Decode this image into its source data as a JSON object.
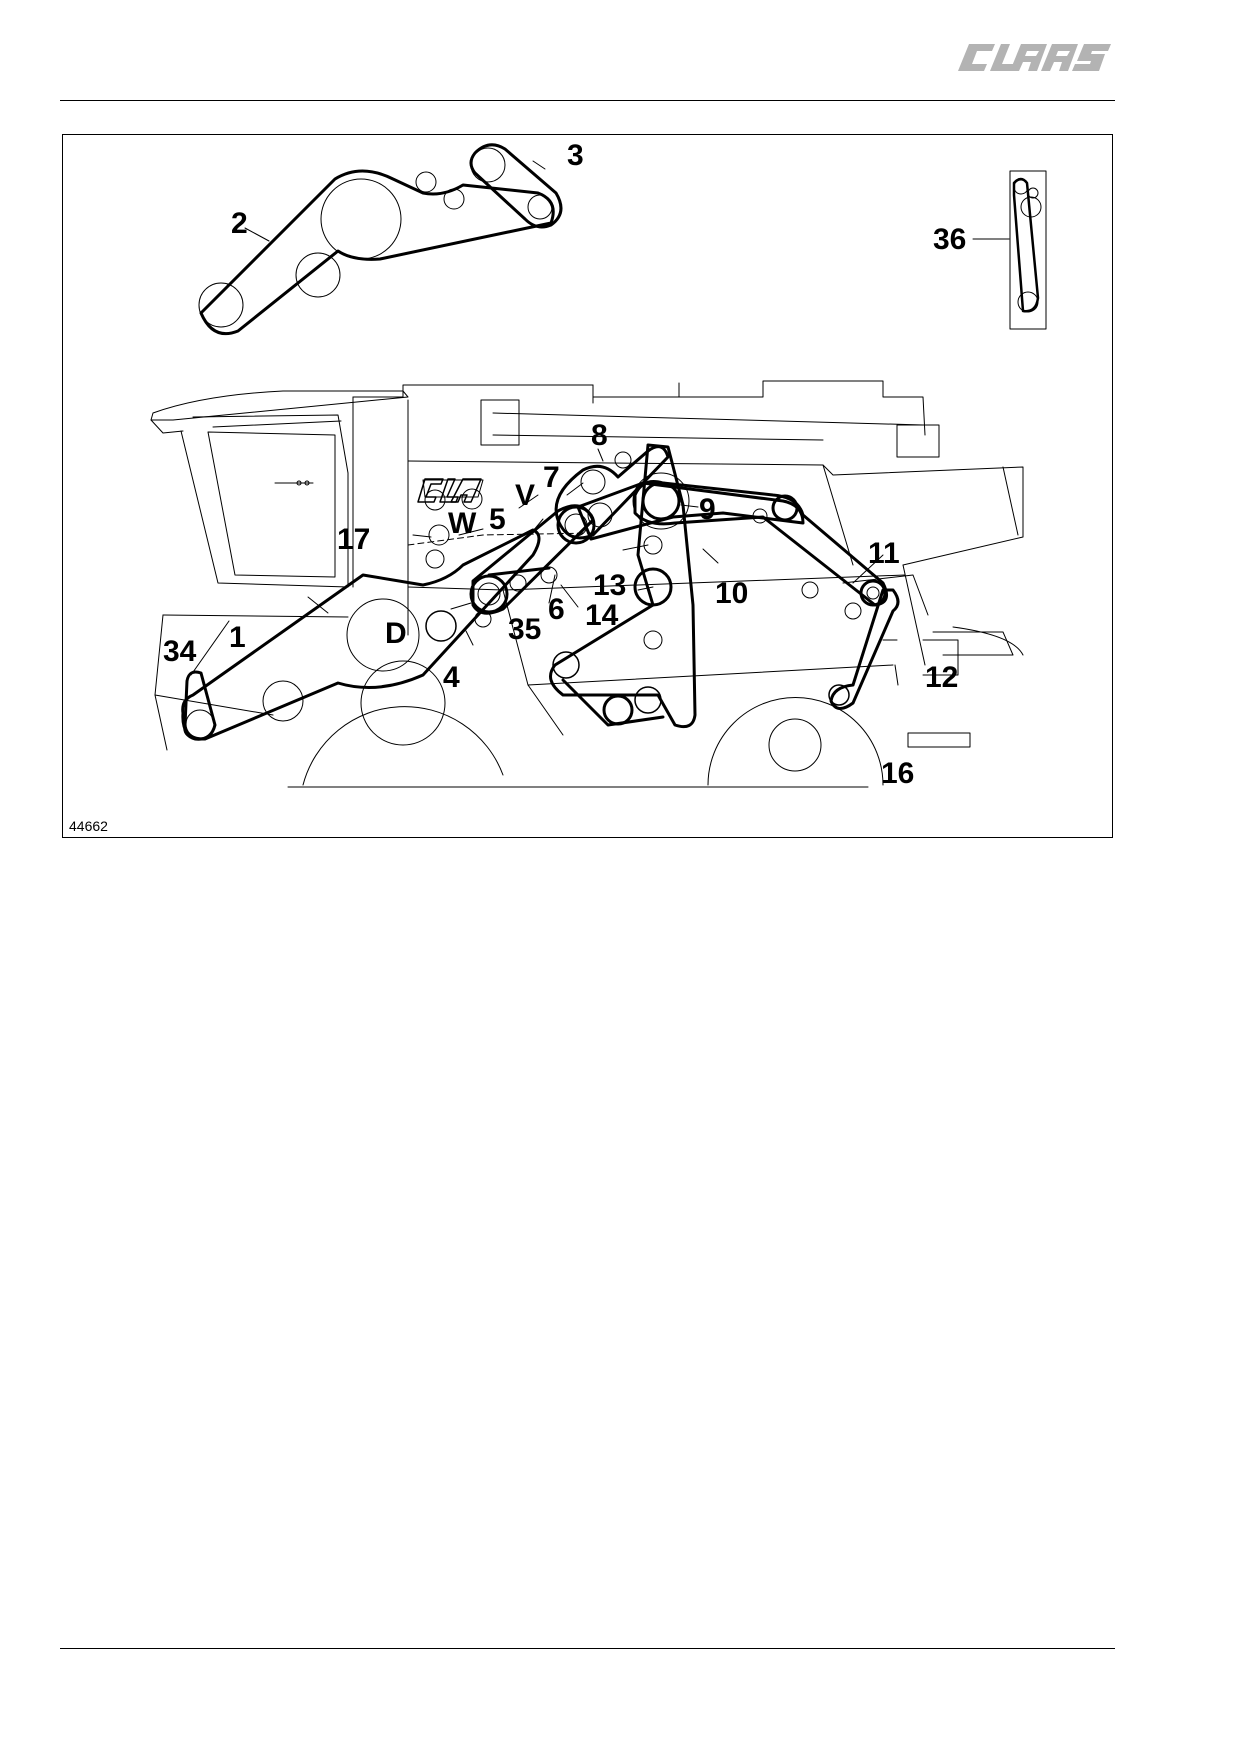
{
  "header": {
    "brand": "CLAAS"
  },
  "figure": {
    "number": "44662",
    "machine_lettering": "CLA",
    "callouts": [
      {
        "key": "c2",
        "text": "2"
      },
      {
        "key": "c3",
        "text": "3"
      },
      {
        "key": "c36",
        "text": "36"
      },
      {
        "key": "c8",
        "text": "8"
      },
      {
        "key": "c7",
        "text": "7"
      },
      {
        "key": "cV",
        "text": "V"
      },
      {
        "key": "c9",
        "text": "9"
      },
      {
        "key": "cW",
        "text": "W"
      },
      {
        "key": "c5",
        "text": "5"
      },
      {
        "key": "c17",
        "text": "17"
      },
      {
        "key": "c11",
        "text": "11"
      },
      {
        "key": "c13",
        "text": "13"
      },
      {
        "key": "c10",
        "text": "10"
      },
      {
        "key": "c6",
        "text": "6"
      },
      {
        "key": "c14",
        "text": "14"
      },
      {
        "key": "c35",
        "text": "35"
      },
      {
        "key": "cD",
        "text": "D"
      },
      {
        "key": "c1",
        "text": "1"
      },
      {
        "key": "c34",
        "text": "34"
      },
      {
        "key": "c4",
        "text": "4"
      },
      {
        "key": "c12",
        "text": "12"
      },
      {
        "key": "c16",
        "text": "16"
      }
    ]
  }
}
